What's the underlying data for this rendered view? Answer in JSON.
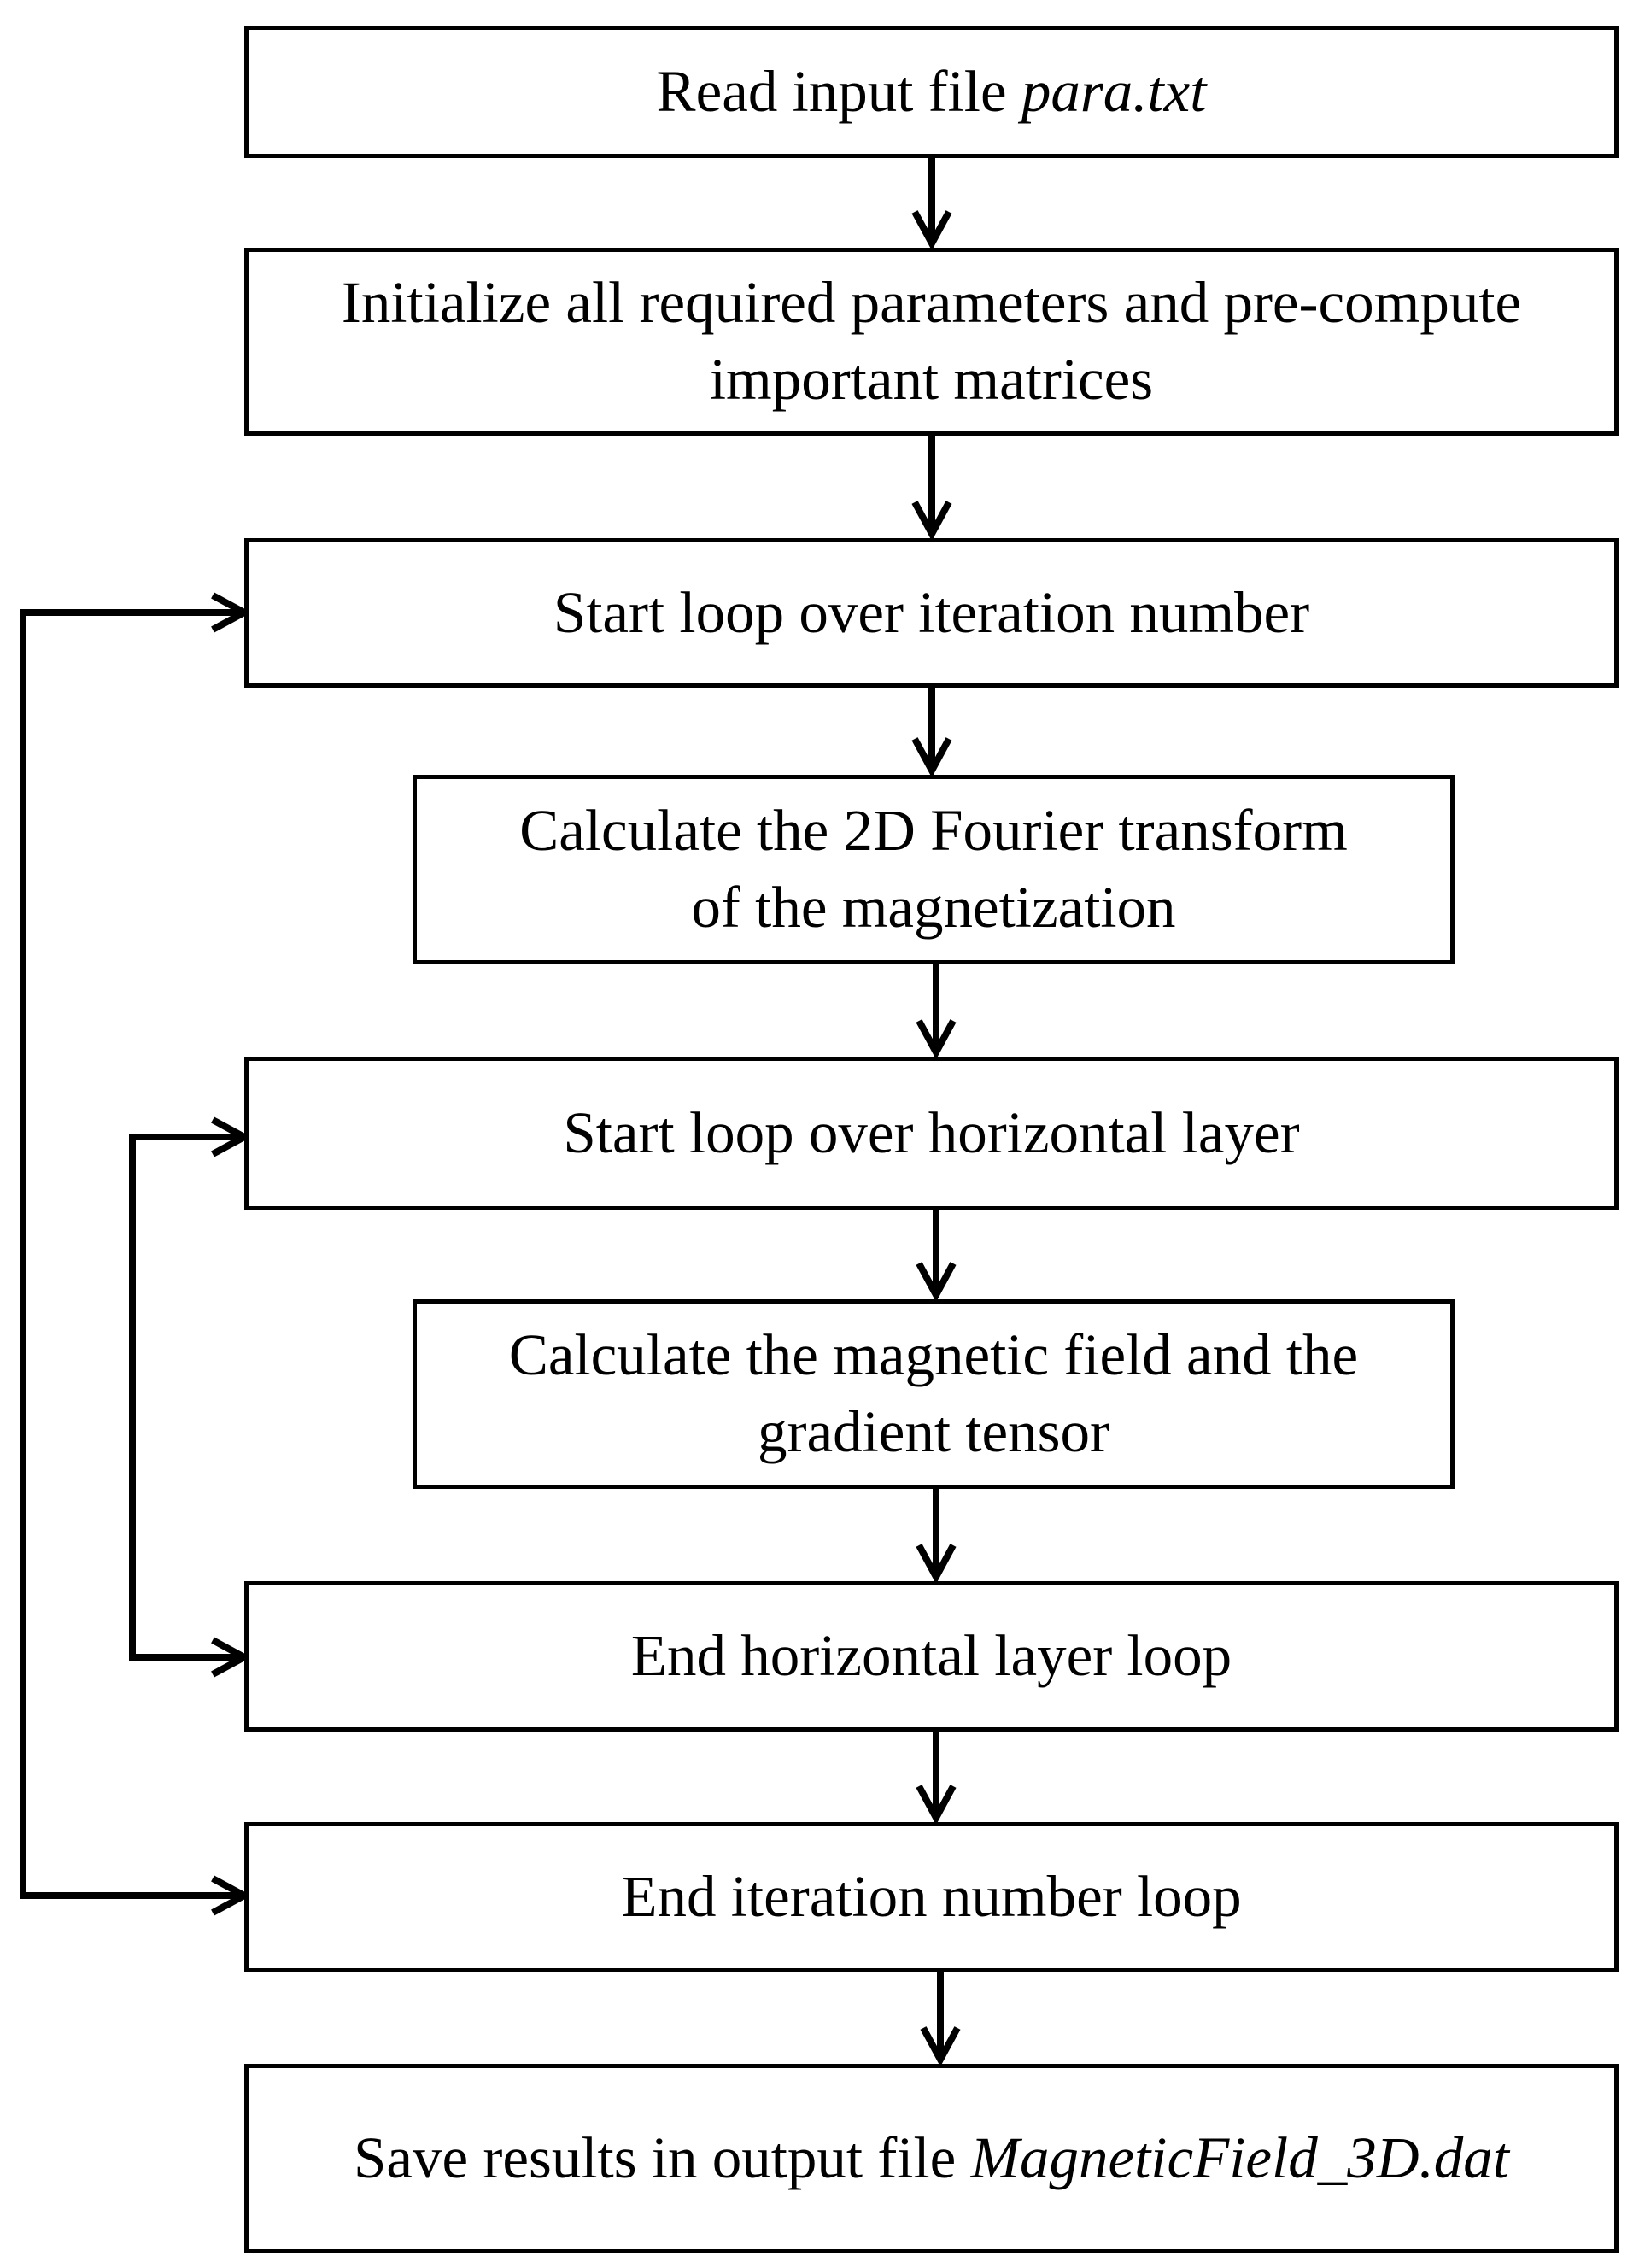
{
  "diagram": {
    "steps": {
      "read_input": {
        "text": "Read input file ",
        "file": "para.txt"
      },
      "initialize": {
        "line1": "Initialize all required parameters and pre-compute",
        "line2": "important matrices"
      },
      "start_iteration_loop": {
        "text": "Start loop over iteration number"
      },
      "fourier_transform": {
        "line1": "Calculate the 2D Fourier transform",
        "line2": "of the magnetization"
      },
      "start_layer_loop": {
        "text": "Start loop over horizontal layer"
      },
      "magnetic_field": {
        "line1": "Calculate the magnetic field and the",
        "line2": "gradient tensor"
      },
      "end_layer_loop": {
        "text": "End horizontal layer loop"
      },
      "end_iteration_loop": {
        "text": "End iteration number loop"
      },
      "save_results": {
        "text": "Save results in output file ",
        "file": "MagneticField_3D.dat"
      }
    },
    "colors": {
      "stroke": "#000000",
      "background": "#ffffff"
    }
  }
}
